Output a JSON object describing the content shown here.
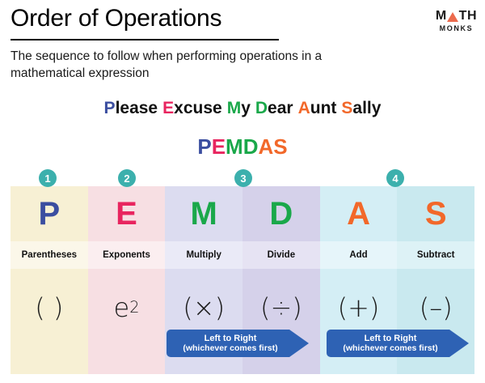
{
  "header": {
    "title": "Order of Operations",
    "subtitle": "The sequence to follow when performing operations in a mathematical expression"
  },
  "logo": {
    "name_part1": "M",
    "name_triangle": "A",
    "name_part2": "TH",
    "subtitle": "MONKS",
    "triangle_color": "#ec6b4d"
  },
  "mnemonic": {
    "full_text": "Please Excuse My Dear Aunt Sally",
    "words": [
      {
        "cap": "P",
        "rest": "lease",
        "color": "#3b4ea0"
      },
      {
        "cap": "E",
        "rest": "xcuse",
        "color": "#e8255f"
      },
      {
        "cap": "M",
        "rest": "y",
        "color": "#1aa84a"
      },
      {
        "cap": "D",
        "rest": "ear",
        "color": "#1aa84a"
      },
      {
        "cap": "A",
        "rest": "unt",
        "color": "#f2682a"
      },
      {
        "cap": "S",
        "rest": "ally",
        "color": "#f2682a"
      }
    ],
    "rest_color": "#111111"
  },
  "acronym": {
    "text": "PEMDAS",
    "letters": [
      {
        "char": "P",
        "color": "#3b4ea0"
      },
      {
        "char": "E",
        "color": "#e8255f"
      },
      {
        "char": "M",
        "color": "#1aa84a"
      },
      {
        "char": "D",
        "color": "#1aa84a"
      },
      {
        "char": "A",
        "color": "#f2682a"
      },
      {
        "char": "S",
        "color": "#f2682a"
      }
    ]
  },
  "table": {
    "columns": [
      {
        "letter": "P",
        "label": "Parentheses",
        "symbol": "( )",
        "symbol_base": "( )",
        "symbol_sup": "",
        "letter_color": "#3b4ea0",
        "bg_letter": "#f7f0d4",
        "bg_label": "#fbf7e9",
        "bg_symbol": "#f7f0d4",
        "badge": "1"
      },
      {
        "letter": "E",
        "label": "Exponents",
        "symbol": "e2",
        "symbol_base": "e",
        "symbol_sup": "2",
        "letter_color": "#e8255f",
        "bg_letter": "#f7dfe3",
        "bg_label": "#fbeef0",
        "bg_symbol": "#f7dfe3",
        "badge": "2"
      },
      {
        "letter": "M",
        "label": "Multiply",
        "symbol": "(×)",
        "symbol_base": "(×)",
        "symbol_sup": "",
        "letter_color": "#1aa84a",
        "bg_letter": "#dcdcf0",
        "bg_label": "#eaeaf7",
        "bg_symbol": "#dcdcf0",
        "badge": "3"
      },
      {
        "letter": "D",
        "label": "Divide",
        "symbol": "(÷)",
        "symbol_base": "(÷)",
        "symbol_sup": "",
        "letter_color": "#1aa84a",
        "bg_letter": "#d5d1ea",
        "bg_label": "#e6e3f3",
        "bg_symbol": "#d5d1ea",
        "badge": ""
      },
      {
        "letter": "A",
        "label": "Add",
        "symbol": "(+)",
        "symbol_base": "(+)",
        "symbol_sup": "",
        "letter_color": "#f2682a",
        "bg_letter": "#d4eef5",
        "bg_label": "#e6f5fa",
        "bg_symbol": "#d4eef5",
        "badge": "4"
      },
      {
        "letter": "S",
        "label": "Subtract",
        "symbol": "(-)",
        "symbol_base": "(–)",
        "symbol_sup": "",
        "letter_color": "#f2682a",
        "bg_letter": "#c9e9ef",
        "bg_label": "#ddf2f6",
        "bg_symbol": "#c9e9ef",
        "badge": ""
      }
    ]
  },
  "arrows": [
    {
      "line1": "Left to Right",
      "line2": "(whichever comes first)",
      "spans": "Multiply-Divide",
      "color": "#2e62b4"
    },
    {
      "line1": "Left to Right",
      "line2": "(whichever comes first)",
      "spans": "Add-Subtract",
      "color": "#2e62b4"
    }
  ],
  "badge_color": "#3cb0ad"
}
